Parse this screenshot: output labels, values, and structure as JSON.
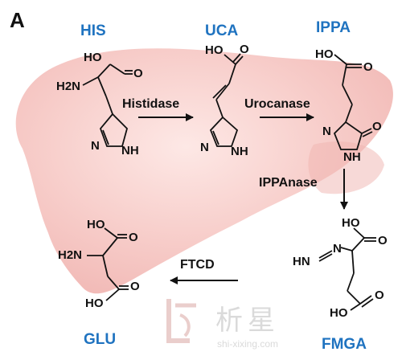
{
  "panel_label": "A",
  "compounds": {
    "his": "HIS",
    "uca": "UCA",
    "ippa": "IPPA",
    "fmga": "FMGA",
    "glu": "GLU"
  },
  "enzymes": {
    "histidase": "Histidase",
    "urocanase": "Urocanase",
    "ippanase": "IPPAnase",
    "ftcd": "FTCD"
  },
  "atoms": {
    "ho": "HO",
    "o": "O",
    "h2n": "H2N",
    "n": "N",
    "nh": "NH",
    "hn": "HN"
  },
  "watermark": {
    "text_cn": "析星",
    "url": "shi-xixing.com"
  },
  "colors": {
    "compound_blue": "#1f73c0",
    "liver_fill": "#f6c4c0",
    "text": "#111111"
  }
}
